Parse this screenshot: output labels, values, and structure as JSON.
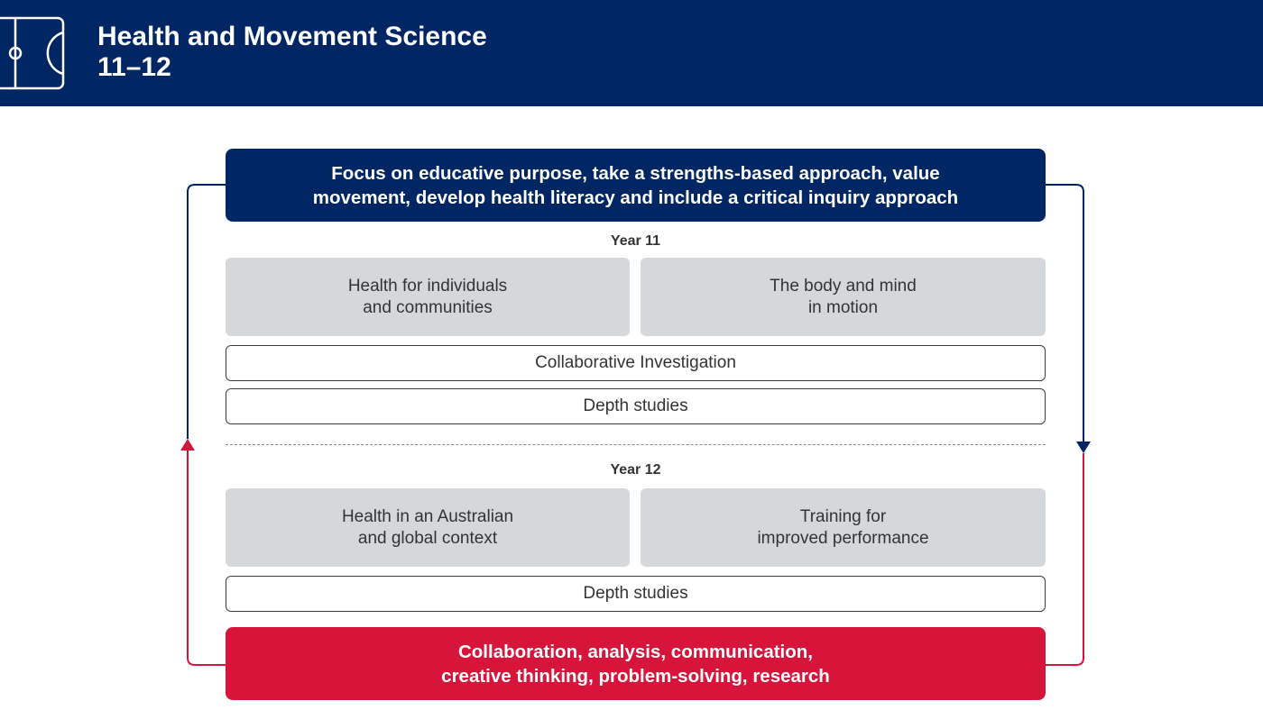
{
  "header": {
    "title_line1": "Health and Movement Science",
    "title_line2": "11–12",
    "icon": "sports-field-icon"
  },
  "diagram": {
    "top_box": "Focus on educative purpose, take a strengths-based approach, value\nmovement, develop health literacy and include a critical inquiry approach",
    "year11": {
      "label": "Year 11",
      "modules": [
        "Health for individuals\nand communities",
        "The body and mind\nin motion"
      ],
      "collaborative": "Collaborative Investigation",
      "depth": "Depth studies"
    },
    "year12": {
      "label": "Year 12",
      "modules": [
        "Health in an Australian\nand global context",
        "Training for\nimproved performance"
      ],
      "depth": "Depth studies"
    },
    "bottom_box": "Collaboration, analysis, communication,\ncreative thinking, problem-solving, research"
  },
  "colors": {
    "navy": "#002664",
    "red": "#d7153a",
    "grey": "#d4d8db"
  }
}
